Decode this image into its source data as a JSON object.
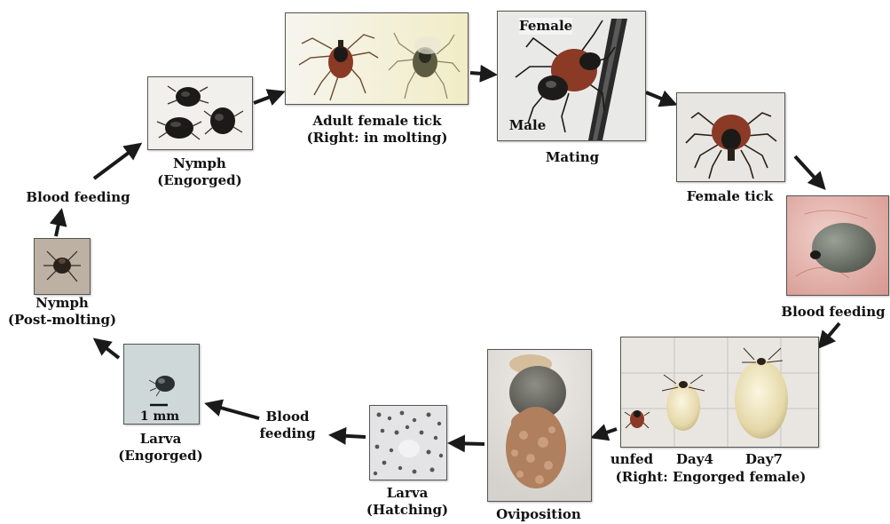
{
  "stages": {
    "nymph_engorged": {
      "title": "Nymph",
      "subtitle": "(Engorged)"
    },
    "adult_female": {
      "title": "Adult female tick",
      "subtitle": "(Right: in molting)"
    },
    "mating": {
      "title": "Mating",
      "female_tag": "Female",
      "male_tag": "Male"
    },
    "female_tick": {
      "title": "Female tick"
    },
    "blood_feeding_right": {
      "title": "Blood feeding"
    },
    "engorgement": {
      "unfed": "unfed",
      "day4": "Day4",
      "day7": "Day7",
      "subtitle": "(Right: Engorged female)"
    },
    "oviposition": {
      "title": "Oviposition"
    },
    "larva_hatching": {
      "title": "Larva",
      "subtitle": "(Hatching)"
    },
    "blood_feeding_bottom": {
      "line1": "Blood",
      "line2": "feeding"
    },
    "larva_engorged": {
      "title": "Larva",
      "subtitle": "(Engorged)",
      "scale_label": "1 mm"
    },
    "nymph_post": {
      "title": "Nymph",
      "subtitle": "(Post-molting)"
    },
    "blood_feeding_left": {
      "title": "Blood feeding"
    }
  },
  "colors": {
    "arrow": "#1a1a1a",
    "text": "#111111",
    "tick_body_dark": "#1c1a18",
    "tick_body_red": "#8a3a25",
    "engorged_grey": "#6f756c",
    "egg_mass": "#b07f5e"
  }
}
